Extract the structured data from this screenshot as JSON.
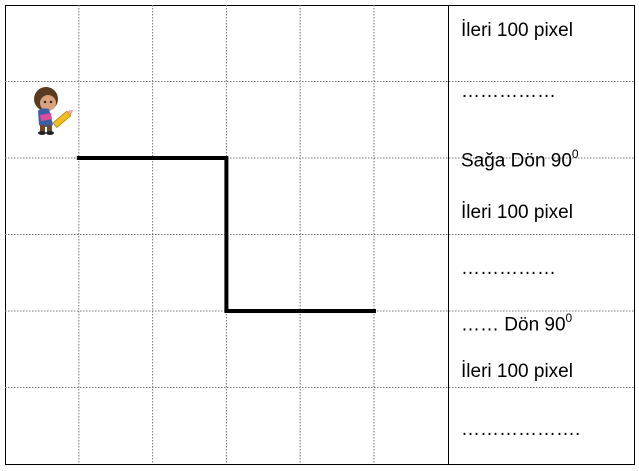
{
  "grid": {
    "columns": 6,
    "rows": 6
  },
  "character": {
    "icon": "child-with-crayon-icon"
  },
  "instructions": [
    {
      "text": "İleri 100 pixel"
    },
    {
      "text": "……………"
    },
    {
      "text": "Sağa Dön 90",
      "sup": "0"
    },
    {
      "text": "İleri 100 pixel"
    },
    {
      "text": "……………"
    },
    {
      "text": "…… Dön 90",
      "sup": "0"
    },
    {
      "text": "İleri 100 pixel"
    },
    {
      "text": "………………."
    }
  ],
  "path": {
    "color": "#000000",
    "cells": [
      [
        1,
        2
      ],
      [
        3,
        2
      ],
      [
        3,
        4
      ],
      [
        5,
        4
      ]
    ]
  }
}
